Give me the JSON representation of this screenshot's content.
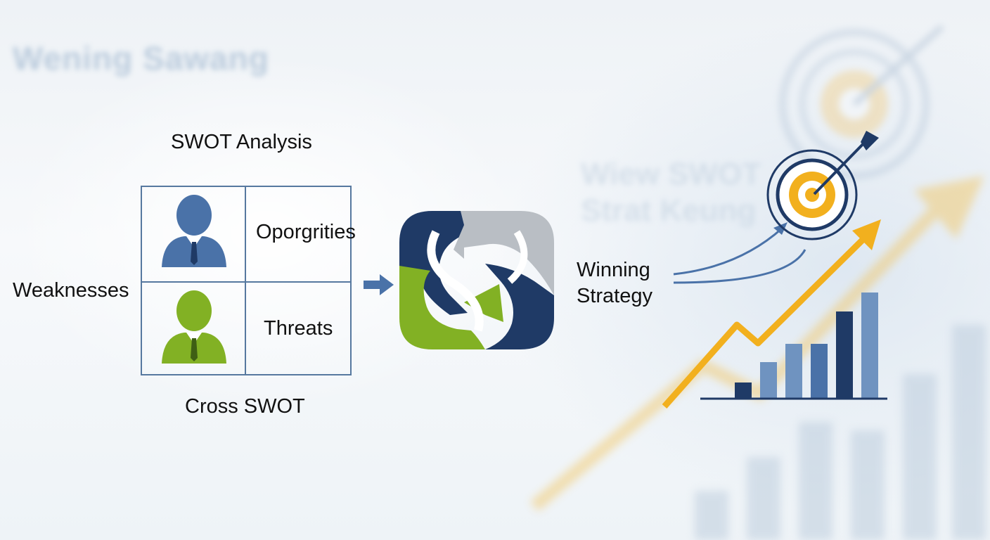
{
  "background": {
    "title": "Wening Sawang",
    "text": "Wiew SWOT Strat Keung"
  },
  "swot": {
    "title": "SWOT Analysis",
    "left_label": "Weaknesses",
    "opportunities_label": "Oporgrities",
    "threats_label": "Threats",
    "bottom_label": "Cross SWOT"
  },
  "strategy": {
    "line1": "Winning",
    "line2": "Strategy"
  },
  "icons": [
    "person-icon",
    "cycle-logo-icon",
    "arrow-right-icon",
    "target-icon",
    "dart-arrow-icon",
    "growth-arrow-icon",
    "bar-chart-icon"
  ],
  "colors": {
    "navy": "#1f3a66",
    "blue": "#4a72a8",
    "green": "#82b124",
    "gold": "#f2b01e",
    "gray": "#b9bec4"
  }
}
